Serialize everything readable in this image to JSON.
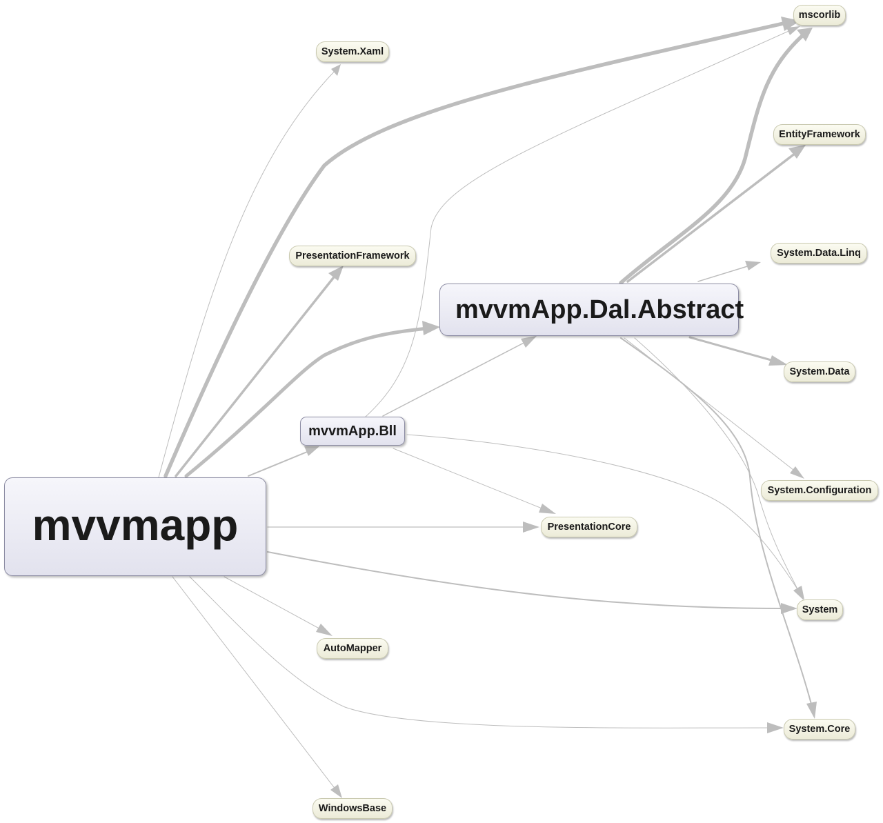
{
  "nodes": {
    "mvvmapp": "mvvmapp",
    "dal_abstract": "mvvmApp.Dal.Abstract",
    "bll": "mvvmApp.Bll",
    "mscorlib": "mscorlib",
    "system_xaml": "System.Xaml",
    "entity_framework": "EntityFramework",
    "presentation_framework": "PresentationFramework",
    "system_data_linq": "System.Data.Linq",
    "system_data": "System.Data",
    "system_configuration": "System.Configuration",
    "presentation_core": "PresentationCore",
    "system": "System",
    "auto_mapper": "AutoMapper",
    "system_core": "System.Core",
    "windows_base": "WindowsBase"
  }
}
